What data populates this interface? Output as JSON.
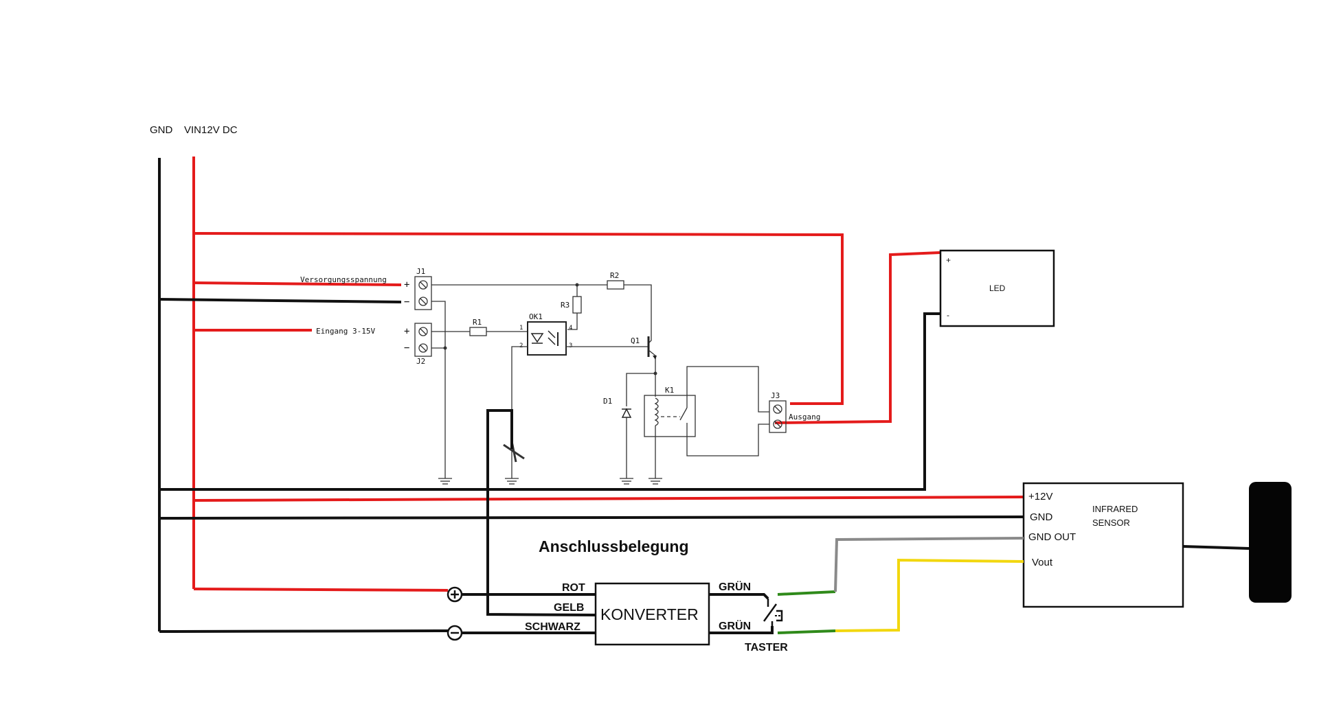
{
  "colors": {
    "power": "#e41b1b",
    "ground": "#111111",
    "gnd_out": "#8a8a8a",
    "signal": "#f2d70f",
    "switch": "#2f8a1a"
  },
  "rails": {
    "gnd": "GND",
    "vin": "VIN12V DC"
  },
  "schematic": {
    "j1": "J1",
    "j2": "J2",
    "j3": "J3",
    "supply": "Versorgungsspannung",
    "input": "Eingang 3-15V",
    "output": "Ausgang",
    "r1": "R1",
    "r2": "R2",
    "r3": "R3",
    "ok1": "OK1",
    "q1": "Q1",
    "k1": "K1",
    "d1": "D1",
    "pin1": "1",
    "pin2": "2",
    "pin3": "3",
    "pin4": "4",
    "plus": "+",
    "minus": "−"
  },
  "led": {
    "label": "LED",
    "plus": "+",
    "minus": "-"
  },
  "sensor": {
    "title_line1": "INFRARED",
    "title_line2": "SENSOR",
    "pin_12v": "+12V",
    "pin_gnd": "GND",
    "pin_gnd_out": "GND OUT",
    "pin_vout": "Vout"
  },
  "converter": {
    "title": "Anschlussbelegung",
    "label": "KONVERTER",
    "rot": "ROT",
    "gelb": "GELB",
    "schwarz": "SCHWARZ",
    "gruen_top": "GRÜN",
    "gruen_bottom": "GRÜN",
    "taster": "TASTER"
  }
}
